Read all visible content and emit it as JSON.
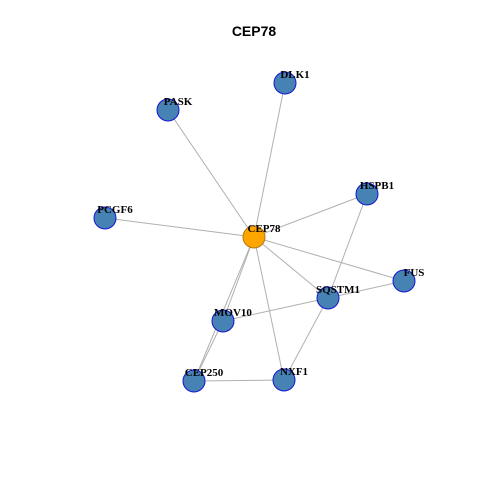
{
  "title": "CEP78",
  "colors": {
    "hub": "#FFA500",
    "node": "#4682B4",
    "node_border": "#1515D0",
    "hub_border": "#B07A10",
    "edge": "#B0B0B0"
  },
  "nodes": [
    {
      "id": "CEP78",
      "label": "CEP78",
      "hub": true
    },
    {
      "id": "DLK1",
      "label": "DLK1"
    },
    {
      "id": "PASK",
      "label": "PASK"
    },
    {
      "id": "HSPB1",
      "label": "HSPB1"
    },
    {
      "id": "PCGF6",
      "label": "PCGF6"
    },
    {
      "id": "FUS",
      "label": "FUS"
    },
    {
      "id": "SQSTM1",
      "label": "SQSTM1"
    },
    {
      "id": "MOV10",
      "label": "MOV10"
    },
    {
      "id": "CEP250",
      "label": "CEP250"
    },
    {
      "id": "NXF1",
      "label": "NXF1"
    }
  ],
  "edges": [
    [
      "CEP78",
      "DLK1"
    ],
    [
      "CEP78",
      "PASK"
    ],
    [
      "CEP78",
      "HSPB1"
    ],
    [
      "CEP78",
      "PCGF6"
    ],
    [
      "CEP78",
      "FUS"
    ],
    [
      "CEP78",
      "SQSTM1"
    ],
    [
      "CEP78",
      "MOV10"
    ],
    [
      "CEP78",
      "CEP250"
    ],
    [
      "CEP78",
      "NXF1"
    ],
    [
      "HSPB1",
      "SQSTM1"
    ],
    [
      "SQSTM1",
      "FUS"
    ],
    [
      "SQSTM1",
      "MOV10"
    ],
    [
      "SQSTM1",
      "NXF1"
    ],
    [
      "MOV10",
      "CEP250"
    ],
    [
      "CEP250",
      "NXF1"
    ]
  ]
}
